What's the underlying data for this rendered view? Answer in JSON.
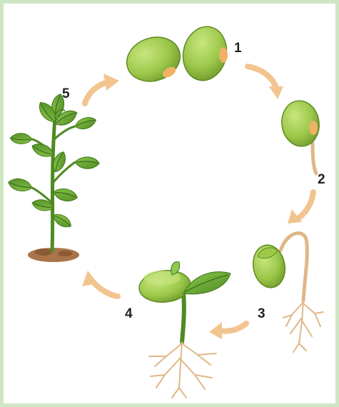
{
  "diagram": {
    "stage_labels": [
      "1",
      "2",
      "3",
      "4",
      "5"
    ],
    "colors": {
      "border": "#cfe6c3",
      "arrow": "#f2c48f",
      "seed_light": "#a6cf52",
      "seed_dark": "#6f9a2b",
      "seed_hilum": "#f0b167",
      "root": "#e0b788",
      "stem": "#4e8a22",
      "leaf": "#5a9a2e",
      "soil": "#a9744a"
    },
    "icons": [
      "bean-seed-icon",
      "germinating-seed-icon",
      "seedling-icon",
      "plant-icon",
      "cycle-arrow-icon"
    ]
  }
}
